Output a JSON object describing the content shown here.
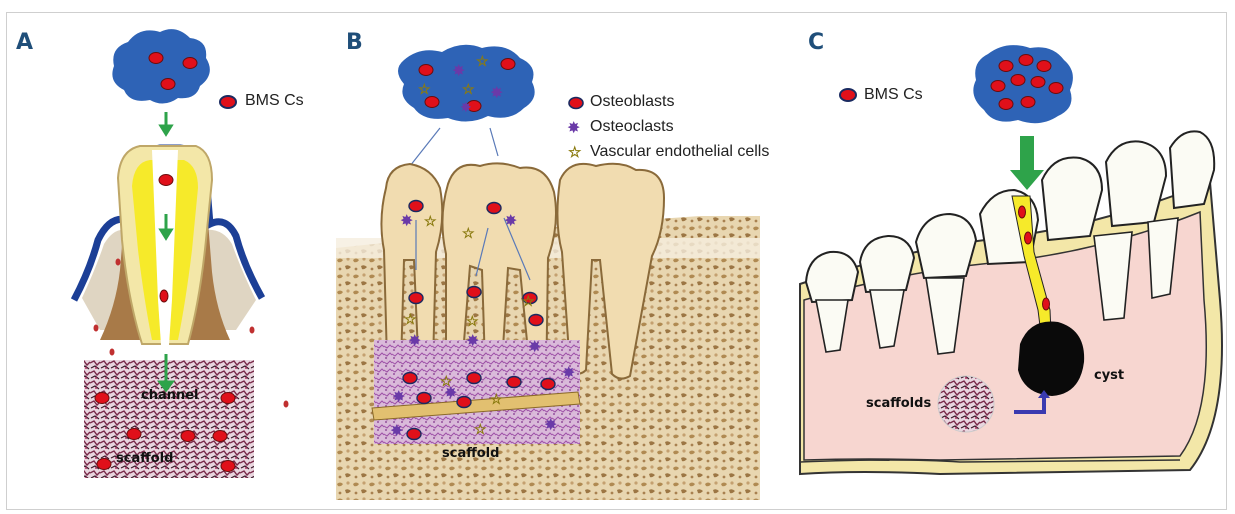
{
  "panels": {
    "a": {
      "letter": "A",
      "legend": "BMS Cs",
      "labels": {
        "channel": "channel",
        "scaffold": "scaffold"
      }
    },
    "b": {
      "letter": "B",
      "legend": [
        "Osteoblasts",
        "Osteoclasts",
        "Vascular endothelial cells"
      ],
      "labels": {
        "scaffold": "scaffold"
      }
    },
    "c": {
      "letter": "C",
      "legend": "BMS Cs",
      "labels": {
        "scaffolds": "scaffolds",
        "cyst": "cyst"
      }
    }
  },
  "colors": {
    "cell_red": "#e0101a",
    "cluster_blue": "#2e63b6",
    "star_purple": "#6a3aa8",
    "star_yellow": "#f2e13a",
    "panel_letter": "#1f4e79",
    "arrow_green": "#2ea34a"
  }
}
